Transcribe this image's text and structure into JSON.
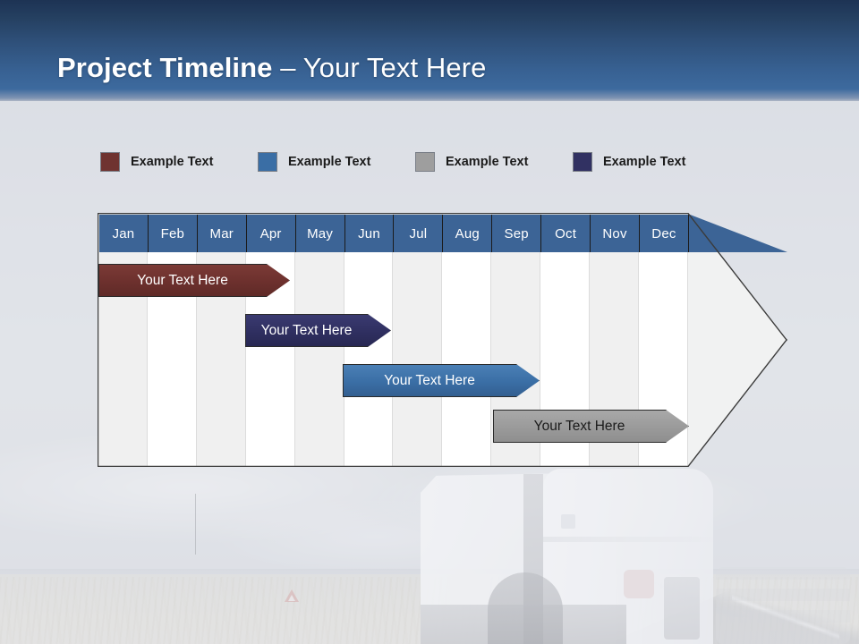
{
  "header": {
    "title_bold": "Project Timeline",
    "title_rest": " – Your Text Here"
  },
  "legend": {
    "items": [
      {
        "label": "Example Text",
        "color": "#6f3330",
        "icon": "legend-swatch-icon"
      },
      {
        "label": "Example Text",
        "color": "#3a6ea5",
        "icon": "legend-swatch-icon"
      },
      {
        "label": "Example Text",
        "color": "#9e9e9e",
        "icon": "legend-swatch-icon"
      },
      {
        "label": "Example Text",
        "color": "#313162",
        "icon": "legend-swatch-icon"
      }
    ]
  },
  "chart_data": {
    "type": "bar",
    "title": "Project Timeline – Your Text Here",
    "orientation": "horizontal",
    "categories": [
      "Jan",
      "Feb",
      "Mar",
      "Apr",
      "May",
      "Jun",
      "Jul",
      "Aug",
      "Sep",
      "Oct",
      "Nov",
      "Dec"
    ],
    "xlabel": "",
    "ylabel": "",
    "xlim": [
      0,
      12
    ],
    "grid": true,
    "legend_position": "top",
    "series": [
      {
        "name": "Example Text",
        "label": "Your  Text Here",
        "color": "#6f3330",
        "text_color": "#ffffff",
        "start_month": "Jan",
        "end_month": "Apr",
        "start_index": 0,
        "end_index": 3.9
      },
      {
        "name": "Example Text",
        "label": "Your  Text Here",
        "color": "#313162",
        "text_color": "#ffffff",
        "start_month": "Apr",
        "end_month": "Jun",
        "start_index": 3.0,
        "end_index": 5.97
      },
      {
        "name": "Example Text",
        "label": "Your  Text Here",
        "color": "#3a6ea5",
        "text_color": "#ffffff",
        "start_month": "Jun",
        "end_month": "Sep",
        "start_index": 4.99,
        "end_index": 8.99
      },
      {
        "name": "Example Text",
        "label": "Your  Text Here",
        "color": "#9e9e9e",
        "text_color": "#1b1b1b",
        "start_month": "Sep",
        "end_month": "Dec",
        "start_index": 8.05,
        "end_index": 12.04
      }
    ]
  },
  "months": [
    "Jan",
    "Feb",
    "Mar",
    "Apr",
    "May",
    "Jun",
    "Jul",
    "Aug",
    "Sep",
    "Oct",
    "Nov",
    "Dec"
  ],
  "bars": [
    {
      "label": "Your  Text Here"
    },
    {
      "label": "Your  Text Here"
    },
    {
      "label": "Your  Text Here"
    },
    {
      "label": "Your  Text Here"
    }
  ],
  "colors": {
    "header_top": "#1d3354",
    "header_bottom": "#3d6a9e",
    "month_header": "#3c6496",
    "column_odd": "#f0f0f0",
    "column_even": "#ffffff",
    "arrow_body": "#f1f2f2",
    "bar_red": "#6f3330",
    "bar_navy": "#313162",
    "bar_blue": "#3a6ea5",
    "bar_gray": "#9e9e9e"
  }
}
